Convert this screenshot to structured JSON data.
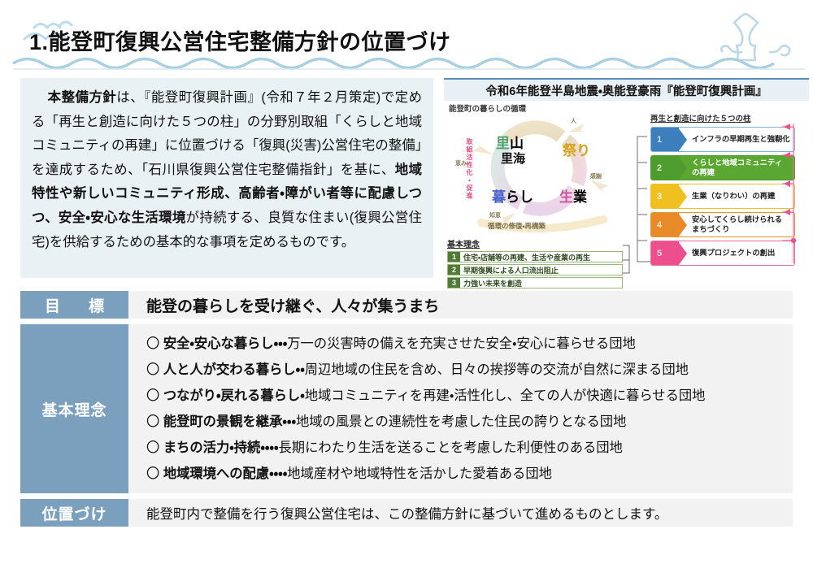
{
  "banner": {
    "title": "1.能登町復興公営住宅整備方針の位置づけ",
    "decorations": [
      "birds-icon",
      "wave-line-icon",
      "squid-icon"
    ],
    "accent_color": "#b8d4e3"
  },
  "intro": {
    "background": "#eaf1f5",
    "segments": [
      {
        "text": "本整備方針",
        "bold": true
      },
      {
        "text": "は、『能登町復興計画』(令和７年２月策定)で定める「再生と創造に向けた５つの柱」の分野別取組「くらしと地域コミュニティの再建」に位置づける「復興(災害)公営住宅の整備」を達成するため、「石川県復興公営住宅整備指針」を基に、",
        "bold": false
      },
      {
        "text": "地域特性や新しいコミュニティ形成、高齢者・障がい者等に配慮しつつ、安全・安心な生活環境",
        "bold": true
      },
      {
        "text": "が持続する、良質な住まい(復興公営住宅)を供給するための基本的な事項を定めるものです。",
        "bold": false
      }
    ]
  },
  "diagram": {
    "header": "令和6年能登半島地震・奥能登豪雨『能登町復興計画』",
    "cycle": {
      "caption": "能登町の暮らしの循環",
      "nodes": [
        {
          "prefix": "里",
          "suffix": "山",
          "sub": "里海",
          "color": "#4ca06a"
        },
        {
          "label": "祭り",
          "color": "#d6a21a"
        },
        {
          "prefix": "暮",
          "suffix": "らし",
          "color": "#4a62c8"
        },
        {
          "prefix": "生",
          "suffix": "業",
          "color": "#c9529c"
        }
      ],
      "arrow_labels": [
        "人",
        "恵み",
        "感謝",
        "知恵"
      ],
      "bottom_label": "循環の修復・再構築"
    },
    "kihon": {
      "title": "基本理念",
      "items": [
        {
          "num": "1",
          "text": "住宅・店舗等の再建、生活や産業の再生"
        },
        {
          "num": "2",
          "text": "早期復興による人口流出阻止"
        },
        {
          "num": "3",
          "text": "力強い未来を創造"
        }
      ],
      "num_color": "#4f7b36",
      "border_color": "#9cb87e"
    },
    "pillars": {
      "title": "再生と創造に向けた５つの柱",
      "items": [
        {
          "num": "1",
          "text": "インフラの早期再生と強靭化",
          "fill": "#3d7ebc",
          "style": "light",
          "box": "#ffffff",
          "border": "#7fb0d8"
        },
        {
          "num": "2",
          "text": "くらしと地域コミュニティ\nの再建",
          "fill": "#4f9c2e",
          "style": "solid",
          "box": "#5aa832",
          "border": "#4f9c2e"
        },
        {
          "num": "3",
          "text": "生業（なりわい）の再建",
          "fill": "#f0c020",
          "style": "light",
          "box": "#ffffff",
          "border": "#edc01f"
        },
        {
          "num": "4",
          "text": "安心してくらし続けられる\nまちづくり",
          "fill": "#e88a28",
          "style": "light",
          "box": "#ffffff",
          "border": "#e8922f"
        },
        {
          "num": "5",
          "text": "復興プロジェクトの創出",
          "fill": "#ec4f8c",
          "style": "light",
          "box": "#ffffff",
          "border": "#ef6ba0"
        }
      ]
    },
    "side_note": {
      "text": "取組活性化・促進",
      "color": "#e0507f"
    }
  },
  "table": {
    "label_color": "#7ba0be",
    "cell_color": "#f2f2f2",
    "rows": [
      {
        "label": "目　標",
        "type": "goal",
        "value": "能登の暮らしを受け継ぐ、人々が集うまち"
      },
      {
        "label": "基本理念",
        "type": "list",
        "items": [
          {
            "marker": "〇",
            "bold": "安全・安心な暮らし",
            "dots": "・・・",
            "rest": "万一の災害時の備えを充実させた安全・安心に暮らせる団地"
          },
          {
            "marker": "〇",
            "bold": "人と人が交わる暮らし",
            "dots": "・・",
            "rest": "周辺地域の住民を含め、日々の挨拶等の交流が自然に深まる団地"
          },
          {
            "marker": "〇",
            "bold": "つながり・戻れる暮らし",
            "dots": "・",
            "rest": "地域コミュニティを再建・活性化し、全ての人が快適に暮らせる団地"
          },
          {
            "marker": "〇",
            "bold": "能登町の景観を継承",
            "dots": "・・・",
            "rest": "地域の風景との連続性を考慮した住民の誇りとなる団地"
          },
          {
            "marker": "〇",
            "bold": "まちの活力・持続",
            "dots": "・・・・",
            "rest": "長期にわたり生活を送ることを考慮した利便性のある団地"
          },
          {
            "marker": "〇",
            "bold": "地域環境への配慮",
            "dots": "・・・・",
            "rest": "地域産材や地域特性を活かした愛着ある団地"
          }
        ]
      },
      {
        "label": "位置づけ",
        "type": "pos",
        "value": "能登町内で整備を行う復興公営住宅は、この整備方針に基づいて進めるものとします。"
      }
    ]
  }
}
